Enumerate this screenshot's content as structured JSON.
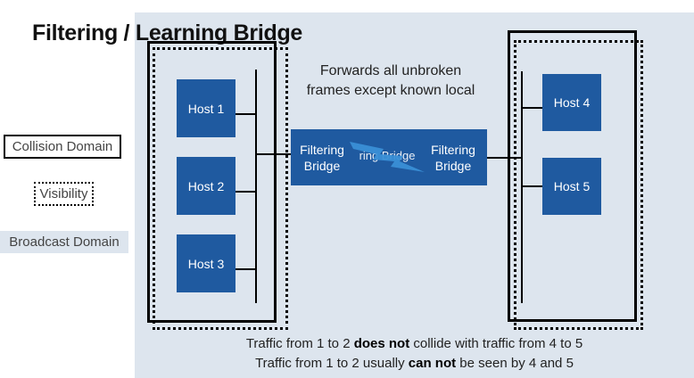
{
  "title": "Filtering / Learning Bridge",
  "legend": {
    "collision": "Collision Domain",
    "visibility": "Visibility",
    "broadcast": "Broadcast Domain"
  },
  "forwards_note": "Forwards all unbroken frames except known local",
  "hosts_left": [
    "Host 1",
    "Host 2",
    "Host 3"
  ],
  "hosts_right": [
    "Host 4",
    "Host 5"
  ],
  "bridge": {
    "left_label": "Filtering Bridge",
    "right_label": "Filtering Bridge",
    "middle_fragment": "ring Bridge"
  },
  "footer": {
    "line1_pre": "Traffic from 1 to 2 ",
    "line1_bold": "does not",
    "line1_post": " collide with traffic from 4 to 5",
    "line2_pre": "Traffic from 1 to 2 usually ",
    "line2_bold": "can not",
    "line2_post": " be seen by 4 and 5"
  },
  "colors": {
    "host_fill": "#1f5aa0",
    "broadcast_bg": "#dde5ee",
    "bolt_fill": "#3a8fd6"
  }
}
